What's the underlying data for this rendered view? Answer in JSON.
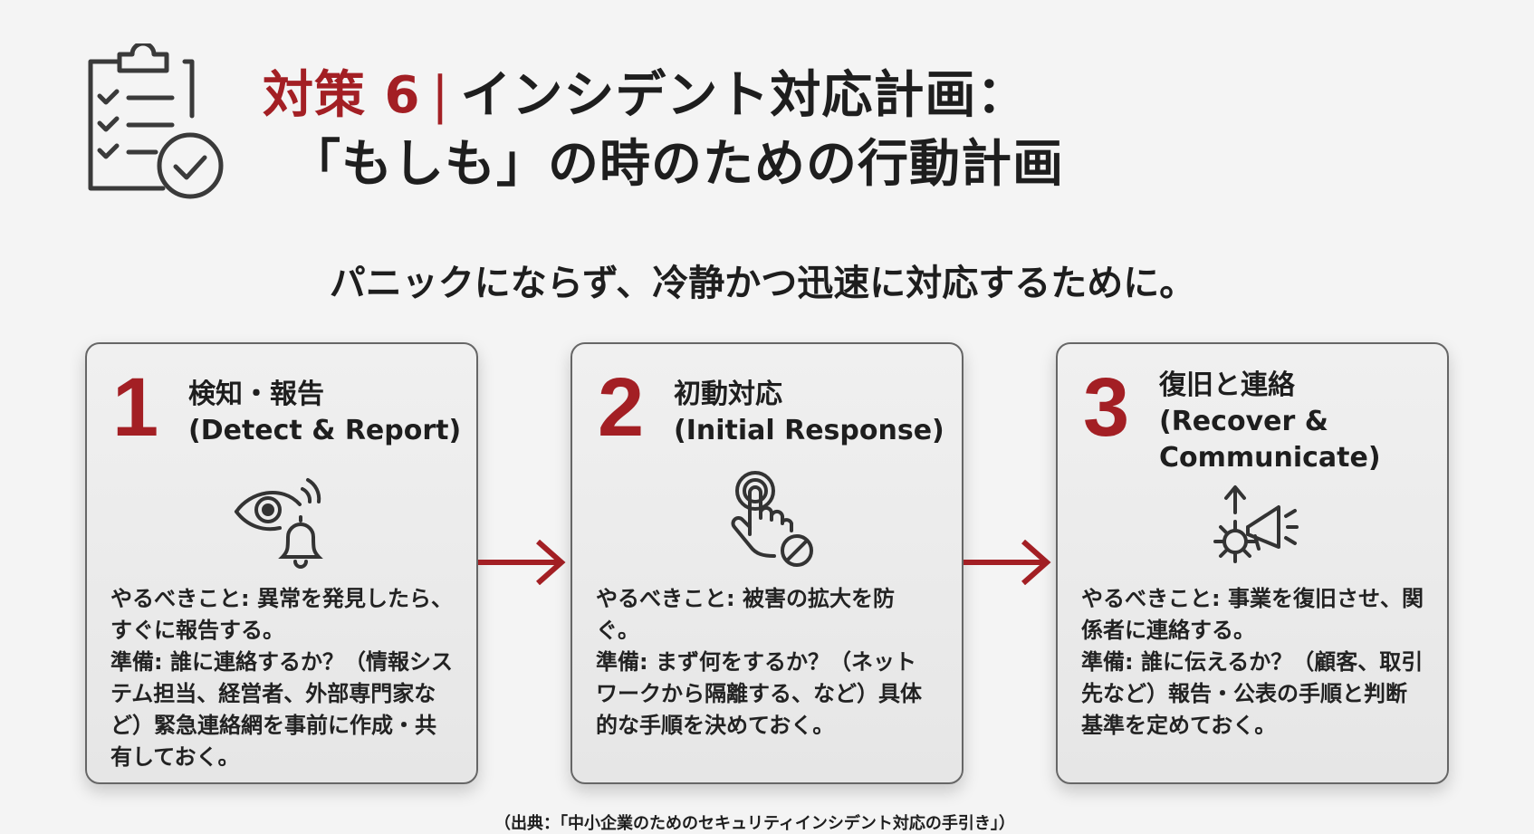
{
  "header": {
    "prefix": "対策 6",
    "separator": "|",
    "title_line1": "インシデント対応計画：",
    "title_line2": "「もしも」の時のための行動計画"
  },
  "subtitle": "パニックにならず、冷静かつ迅速に対応するために。",
  "colors": {
    "accent": "#a31f24",
    "text": "#1e1e1e"
  },
  "steps": [
    {
      "number": "1",
      "title": "検知・報告",
      "title_en": "(Detect & Report)",
      "icon": "eye-bell-icon",
      "lines": [
        "やるべきこと: 異常を発見したら、",
        "すぐに報告する。",
        "準備: 誰に連絡するか？（情報シス",
        "テム担当、経営者、外部専門家な",
        "ど）緊急連絡網を事前に作成・共",
        "有しておく。"
      ]
    },
    {
      "number": "2",
      "title": "初動対応",
      "title_en": "(Initial Response)",
      "icon": "hand-tap-block-icon",
      "lines": [
        "やるべきこと: 被害の拡大を防",
        "ぐ。",
        "準備: まず何をするか？（ネット",
        "ワークから隔離する、など）具体",
        "的な手順を決めておく。"
      ]
    },
    {
      "number": "3",
      "title": "復旧と連絡",
      "title_en": "(Recover &",
      "title_en2": "Communicate)",
      "icon": "gear-megaphone-icon",
      "lines": [
        "やるべきこと: 事業を復旧させ、関",
        "係者に連絡する。",
        "準備: 誰に伝えるか？（顧客、取引",
        "先など）報告・公表の手順と判断",
        "基準を定めておく。"
      ]
    }
  ],
  "footer": "（出典：「中小企業のためのセキュリティインシデント対応の手引き」）"
}
